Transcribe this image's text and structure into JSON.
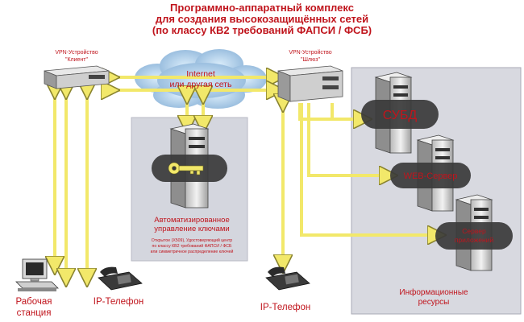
{
  "title": {
    "line1": "Программно-аппаратный комплекс",
    "line2": "для создания высокозащищённых сетей",
    "line3": "(по классу КВ2 требований ФАПСИ / ФСБ)"
  },
  "vpn_client": {
    "line1": "VPN-Устройство",
    "line2": "\"Клиент\""
  },
  "vpn_gateway": {
    "line1": "VPN-Устройство",
    "line2": "\"Шлюз\""
  },
  "cloud": {
    "line1": "Internet",
    "line2": "или другая сеть"
  },
  "key_management": {
    "line1": "Автоматизированное",
    "line2": "управление ключами",
    "note1": "Открытое (X509), Удостоверяющий центр",
    "note2": "по классу КВ2 требований ФАПСИ / ФСБ",
    "note3": "или симметричное распределение ключей"
  },
  "servers": {
    "dbms": "СУБД",
    "web": "WEB-Сервер",
    "apps": "Сервер",
    "apps2": "приложений"
  },
  "info_resources": {
    "line1": "Информационные",
    "line2": "ресурсы"
  },
  "workstation": {
    "line1": "Рабочая",
    "line2": "станция"
  },
  "phone_left": "IP-Телефон",
  "phone_right": "IP-Телефон",
  "colors": {
    "title_red": "#c0141c",
    "arrow_yellow": "#f6f07a",
    "cloud_blue": "#9cc0e0",
    "panel_grey": "#dcdde3"
  }
}
